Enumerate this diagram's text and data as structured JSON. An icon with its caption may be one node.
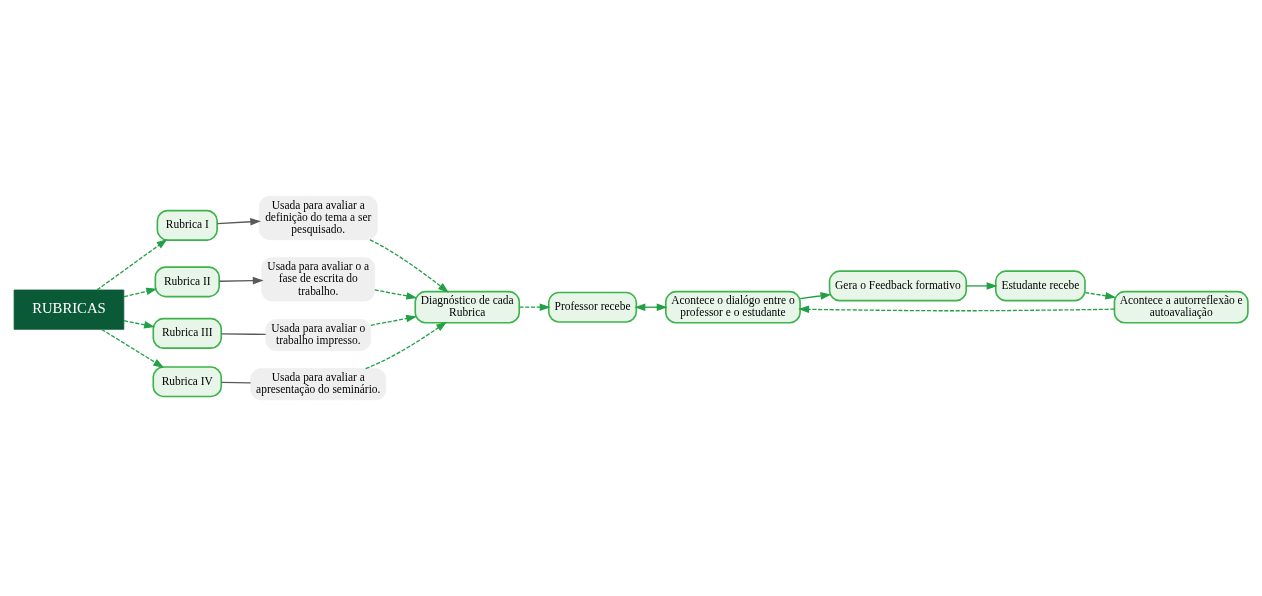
{
  "diagram": {
    "nodes": [
      {
        "text": [
          "RUBRICAS"
        ]
      },
      {
        "text": [
          "Rubrica I"
        ]
      },
      {
        "text": [
          "Usada para avaliar a definição do tema a ser pesquisado."
        ]
      },
      {
        "text": [
          "Rubrica II"
        ]
      },
      {
        "text": [
          "Usada para avaliar o a fase de escrita do trabalho."
        ]
      },
      {
        "text": [
          "Diagnóstico de cada Rubrica"
        ]
      },
      {
        "text": [
          "Rubrica III"
        ]
      },
      {
        "text": [
          "Usada para avaliar o trabalho impresso."
        ]
      },
      {
        "text": [
          "Professor recebe"
        ]
      },
      {
        "text": [
          "Acontece o dialógo entre o professor e o estudante"
        ]
      },
      {
        "text": [
          "Gera o Feedback formativo"
        ]
      },
      {
        "text": [
          "Rubrica IV"
        ]
      },
      {
        "text": [
          "Usada para avaliar a apresentação do seminário."
        ]
      },
      {
        "text": [
          "Estudante recebe"
        ]
      },
      {
        "text": [
          "Acontece a autorreflexão e autoavaliação"
        ]
      }
    ],
    "edges": [
      {
        "from": 0,
        "to": 1,
        "arrow": "to",
        "style": "dashed"
      },
      {
        "from": 0,
        "to": 3,
        "arrow": "to",
        "style": "dashed"
      },
      {
        "from": 0,
        "to": 6,
        "arrow": "to",
        "style": "dashed"
      },
      {
        "from": 0,
        "to": 11,
        "arrow": "to",
        "style": "dashed"
      },
      {
        "from": 1,
        "to": 2,
        "arrow": "to",
        "color": "#595959"
      },
      {
        "from": 3,
        "to": 4,
        "arrow": "to",
        "color": "#595959"
      },
      {
        "from": 6,
        "to": 7,
        "arrow": "none",
        "color": "#595959"
      },
      {
        "from": 11,
        "to": 12,
        "arrow": "none",
        "color": "#595959"
      },
      {
        "from": 2,
        "to": 5,
        "arrow": "to",
        "style": "dashed"
      },
      {
        "from": 4,
        "to": 5,
        "arrow": "to",
        "style": "dashed"
      },
      {
        "from": 7,
        "to": 5,
        "arrow": "to",
        "style": "dashed"
      },
      {
        "from": 12,
        "to": 5,
        "arrow": "to",
        "style": "dashed"
      },
      {
        "from": 5,
        "to": 8,
        "arrow": "to",
        "style": "dashed"
      },
      {
        "from": 8,
        "to": 9,
        "arrow": "both"
      },
      {
        "from": 9,
        "to": 10,
        "arrow": "to"
      },
      {
        "from": 10,
        "to": 13,
        "arrow": "to"
      },
      {
        "from": 13,
        "to": 14,
        "arrow": "to",
        "style": "dashed"
      },
      {
        "from": 14,
        "to": 9,
        "arrow": "to",
        "style": "dashed"
      }
    ]
  }
}
